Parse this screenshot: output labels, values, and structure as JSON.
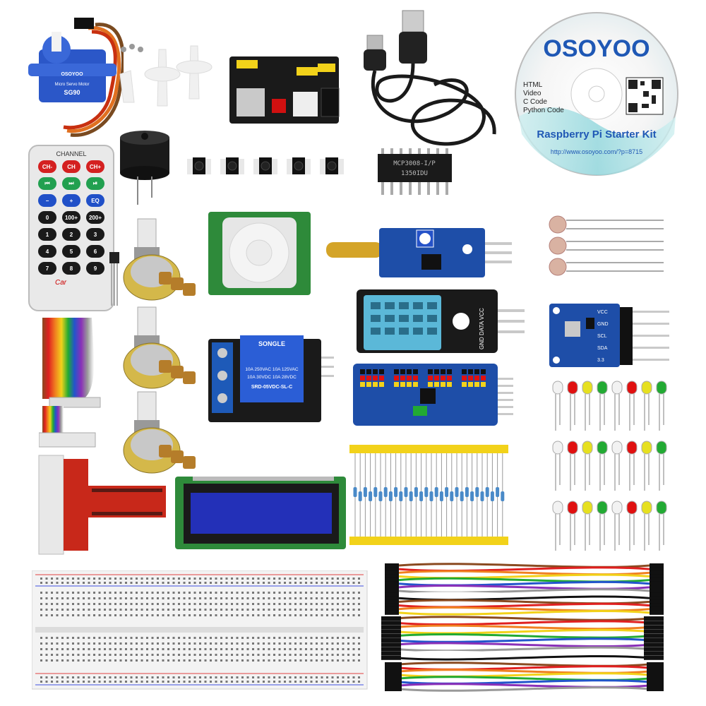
{
  "servo": {
    "brand": "OSOYOO",
    "model_line": "Micro Servo Motor",
    "model": "SG90"
  },
  "remote": {
    "channel": "CHANNEL",
    "keys": [
      "CH-",
      "CH",
      "CH+",
      "⏮",
      "⏭",
      "⏯",
      "−",
      "+",
      "EQ",
      "0",
      "100+",
      "200+",
      "1",
      "2",
      "3",
      "4",
      "5",
      "6",
      "7",
      "8",
      "9"
    ],
    "brand": "Car"
  },
  "cd": {
    "brand": "OSOYOO",
    "lines": [
      "HTML",
      "Video",
      "C Code",
      "Python Code"
    ],
    "title": "Raspberry Pi Starter Kit",
    "url": "http://www.osoyoo.com/?p=8715"
  },
  "adc_chip": {
    "line1": "MCP3008-I/P",
    "line2": "1350IDU"
  },
  "relay": {
    "brand": "SONGLE",
    "spec1": "10A 250VAC  10A 125VAC",
    "spec2": "10A 30VDC  10A 28VDC",
    "model": "SRD-05VDC-SL-C"
  },
  "dht": {
    "pins": "GND DATA VCC"
  },
  "bmp": {
    "pins": [
      "VCC",
      "GND",
      "SCL",
      "SDA",
      "3.3"
    ]
  },
  "led_colors": [
    "#f2f2f2",
    "#e01010",
    "#e6e020",
    "#22aa33",
    "#f2f2f2",
    "#e01010",
    "#e6e020",
    "#22aa33"
  ],
  "colors": {
    "pcb_blue": "#1e4ea8",
    "pcb_black": "#1a1a1a",
    "pcb_red": "#c8281a",
    "cd_accent": "#1f58b5"
  }
}
